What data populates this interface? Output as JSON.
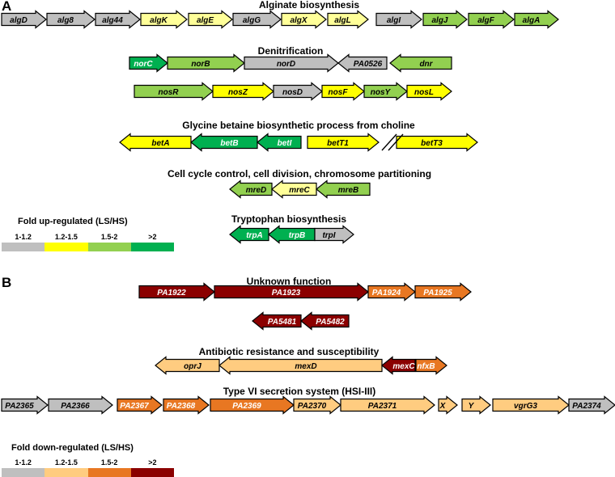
{
  "colors": {
    "gray": "#bfbfbf",
    "light_yellow": "#ffff99",
    "yellow": "#ffff00",
    "light_green": "#92d050",
    "green": "#00b050",
    "dark_green": "#00a050",
    "peach": "#ffcc80",
    "orange": "#e87722",
    "dark_red": "#8b0000"
  },
  "panel_a": {
    "label": "A",
    "sections": [
      {
        "title": "Alginate biosynthesis",
        "genes": [
          {
            "name": "algD",
            "color": "gray",
            "dir": "right"
          },
          {
            "name": "alg8",
            "color": "gray",
            "dir": "right"
          },
          {
            "name": "alg44",
            "color": "gray",
            "dir": "right"
          },
          {
            "name": "algK",
            "color": "light_yellow",
            "dir": "right"
          },
          {
            "name": "algE",
            "color": "light_yellow",
            "dir": "right"
          },
          {
            "name": "algG",
            "color": "gray",
            "dir": "right"
          },
          {
            "name": "algX",
            "color": "light_yellow",
            "dir": "right"
          },
          {
            "name": "algL",
            "color": "light_yellow",
            "dir": "right"
          },
          {
            "name": "algI",
            "color": "gray",
            "dir": "right"
          },
          {
            "name": "algJ",
            "color": "light_green",
            "dir": "right"
          },
          {
            "name": "algF",
            "color": "light_green",
            "dir": "right"
          },
          {
            "name": "algA",
            "color": "light_green",
            "dir": "right"
          }
        ]
      },
      {
        "title": "Denitrification",
        "rows": [
          [
            {
              "name": "norC",
              "color": "green",
              "dir": "right"
            },
            {
              "name": "norB",
              "color": "light_green",
              "dir": "right"
            },
            {
              "name": "norD",
              "color": "gray",
              "dir": "right"
            },
            {
              "name": "PA0526",
              "color": "gray",
              "dir": "left"
            },
            {
              "name": "dnr",
              "color": "light_green",
              "dir": "left"
            }
          ],
          [
            {
              "name": "nosR",
              "color": "light_green",
              "dir": "right"
            },
            {
              "name": "nosZ",
              "color": "yellow",
              "dir": "right"
            },
            {
              "name": "nosD",
              "color": "gray",
              "dir": "right"
            },
            {
              "name": "nosF",
              "color": "yellow",
              "dir": "right"
            },
            {
              "name": "nosY",
              "color": "light_green",
              "dir": "right"
            },
            {
              "name": "nosL",
              "color": "yellow",
              "dir": "right"
            }
          ]
        ]
      },
      {
        "title": "Glycine betaine biosynthetic process from choline",
        "genes": [
          {
            "name": "betA",
            "color": "yellow",
            "dir": "left"
          },
          {
            "name": "betB",
            "color": "green",
            "dir": "left"
          },
          {
            "name": "betI",
            "color": "green",
            "dir": "left"
          },
          {
            "name": "betT1",
            "color": "yellow",
            "dir": "right"
          },
          {
            "name": "betT3",
            "color": "yellow",
            "dir": "right"
          }
        ]
      },
      {
        "title": "Cell cycle control, cell division, chromosome partitioning",
        "genes": [
          {
            "name": "mreD",
            "color": "light_green",
            "dir": "left"
          },
          {
            "name": "mreC",
            "color": "light_yellow",
            "dir": "left"
          },
          {
            "name": "mreB",
            "color": "light_green",
            "dir": "left"
          }
        ]
      },
      {
        "title": "Tryptophan biosynthesis",
        "genes": [
          {
            "name": "trpA",
            "color": "green",
            "dir": "left"
          },
          {
            "name": "trpB",
            "color": "green",
            "dir": "left"
          },
          {
            "name": "trpI",
            "color": "gray",
            "dir": "right"
          }
        ]
      }
    ],
    "legend": {
      "title": "Fold up-regulated (LS/HS)",
      "items": [
        {
          "label": "1-1.2",
          "color": "gray"
        },
        {
          "label": "1.2-1.5",
          "color": "yellow"
        },
        {
          "label": "1.5-2",
          "color": "light_green"
        },
        {
          "label": ">2",
          "color": "green"
        }
      ]
    }
  },
  "panel_b": {
    "label": "B",
    "sections": [
      {
        "title": "Unknown function",
        "rows": [
          [
            {
              "name": "PA1922",
              "color": "dark_red",
              "dir": "right"
            },
            {
              "name": "PA1923",
              "color": "dark_red",
              "dir": "right"
            },
            {
              "name": "PA1924",
              "color": "orange",
              "dir": "right"
            },
            {
              "name": "PA1925",
              "color": "orange",
              "dir": "right"
            }
          ],
          [
            {
              "name": "PA5481",
              "color": "dark_red",
              "dir": "left"
            },
            {
              "name": "PA5482",
              "color": "dark_red",
              "dir": "left"
            }
          ]
        ]
      },
      {
        "title": "Antibiotic resistance and susceptibility",
        "genes": [
          {
            "name": "oprJ",
            "color": "peach",
            "dir": "left"
          },
          {
            "name": "mexD",
            "color": "peach",
            "dir": "left"
          },
          {
            "name": "mexC",
            "color": "dark_red",
            "dir": "left"
          },
          {
            "name": "nfxB",
            "color": "orange",
            "dir": "right"
          }
        ]
      },
      {
        "title": "Type VI secretion system (HSI-III)",
        "genes": [
          {
            "name": "PA2365",
            "color": "gray",
            "dir": "right"
          },
          {
            "name": "PA2366",
            "color": "gray",
            "dir": "right"
          },
          {
            "name": "PA2367",
            "color": "orange",
            "dir": "right"
          },
          {
            "name": "PA2368",
            "color": "orange",
            "dir": "right"
          },
          {
            "name": "PA2369",
            "color": "orange",
            "dir": "right"
          },
          {
            "name": "PA2370",
            "color": "peach",
            "dir": "right"
          },
          {
            "name": "PA2371",
            "color": "peach",
            "dir": "right"
          },
          {
            "name": "X",
            "color": "peach",
            "dir": "right"
          },
          {
            "name": "Y",
            "color": "peach",
            "dir": "right"
          },
          {
            "name": "vgrG3",
            "color": "peach",
            "dir": "right"
          },
          {
            "name": "PA2374",
            "color": "gray",
            "dir": "right"
          }
        ]
      }
    ],
    "legend": {
      "title": "Fold down-regulated (LS/HS)",
      "items": [
        {
          "label": "1-1.2",
          "color": "gray"
        },
        {
          "label": "1.2-1.5",
          "color": "peach"
        },
        {
          "label": "1.5-2",
          "color": "orange"
        },
        {
          "label": ">2",
          "color": "dark_red"
        }
      ]
    }
  }
}
